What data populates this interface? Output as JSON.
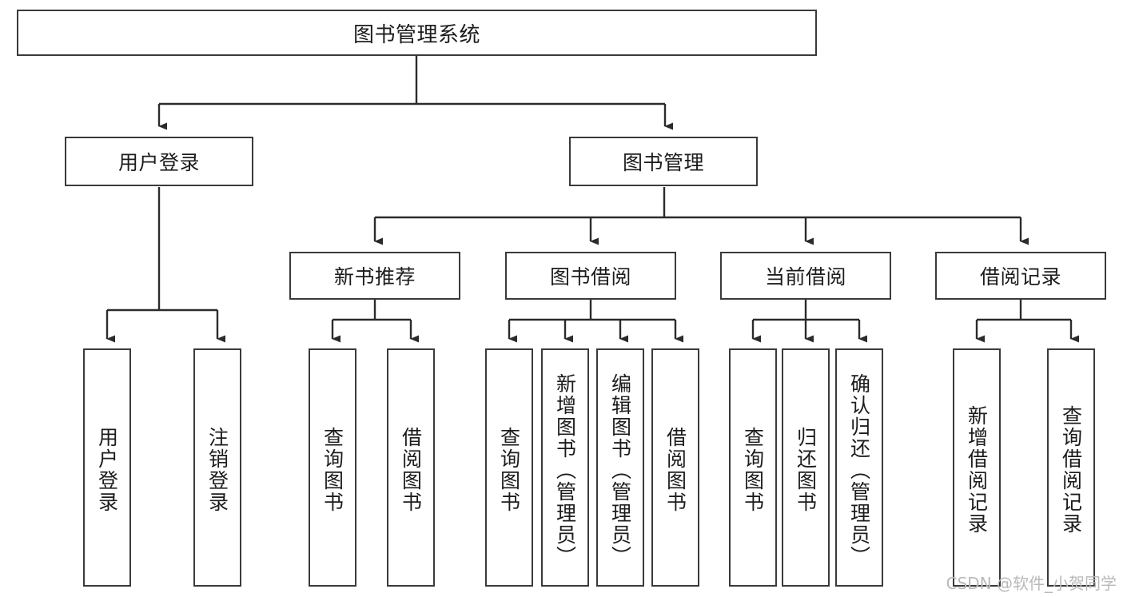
{
  "diagram": {
    "title": "图书管理系统",
    "watermark": "CSDN @软件_小贺同学",
    "colors": {
      "box_border": "#3a3a3a",
      "box_fill": "#ffffff",
      "edge": "#2b2b2b",
      "text": "#1c1c1c",
      "watermark": "#b9b9b9"
    },
    "levels": {
      "level1": [
        {
          "id": "root",
          "label": "图书管理系统",
          "orientation": "horizontal"
        }
      ],
      "level2": [
        {
          "id": "user-login",
          "label": "用户登录",
          "orientation": "horizontal"
        },
        {
          "id": "book-manage",
          "label": "图书管理",
          "orientation": "horizontal"
        }
      ],
      "level3": [
        {
          "id": "new-book-rec",
          "label": "新书推荐",
          "orientation": "horizontal"
        },
        {
          "id": "book-borrow",
          "label": "图书借阅",
          "orientation": "horizontal"
        },
        {
          "id": "current-borrow",
          "label": "当前借阅",
          "orientation": "horizontal"
        },
        {
          "id": "borrow-record",
          "label": "借阅记录",
          "orientation": "horizontal"
        }
      ],
      "level4": [
        {
          "id": "leaf-user-login",
          "label": "用户登录",
          "orientation": "vertical",
          "parent": "user-login"
        },
        {
          "id": "leaf-logout-login",
          "label": "注销登录",
          "orientation": "vertical",
          "parent": "user-login"
        },
        {
          "id": "leaf-query-book-1",
          "label": "查询图书",
          "orientation": "vertical",
          "parent": "new-book-rec"
        },
        {
          "id": "leaf-borrow-book-1",
          "label": "借阅图书",
          "orientation": "vertical",
          "parent": "new-book-rec"
        },
        {
          "id": "leaf-query-book-2",
          "label": "查询图书",
          "orientation": "vertical",
          "parent": "book-borrow"
        },
        {
          "id": "leaf-add-book",
          "label": "新增图书（管理员）",
          "orientation": "vertical",
          "parent": "book-borrow"
        },
        {
          "id": "leaf-edit-book",
          "label": "编辑图书（管理员）",
          "orientation": "vertical",
          "parent": "book-borrow"
        },
        {
          "id": "leaf-borrow-book-2",
          "label": "借阅图书",
          "orientation": "vertical",
          "parent": "book-borrow"
        },
        {
          "id": "leaf-query-book-3",
          "label": "查询图书",
          "orientation": "vertical",
          "parent": "current-borrow"
        },
        {
          "id": "leaf-return-book",
          "label": "归还图书",
          "orientation": "vertical",
          "parent": "current-borrow"
        },
        {
          "id": "leaf-confirm-return",
          "label": "确认归还（管理员）",
          "orientation": "vertical",
          "parent": "current-borrow"
        },
        {
          "id": "leaf-add-record",
          "label": "新增借阅记录",
          "orientation": "vertical",
          "parent": "borrow-record"
        },
        {
          "id": "leaf-query-record",
          "label": "查询借阅记录",
          "orientation": "vertical",
          "parent": "borrow-record"
        }
      ]
    }
  }
}
